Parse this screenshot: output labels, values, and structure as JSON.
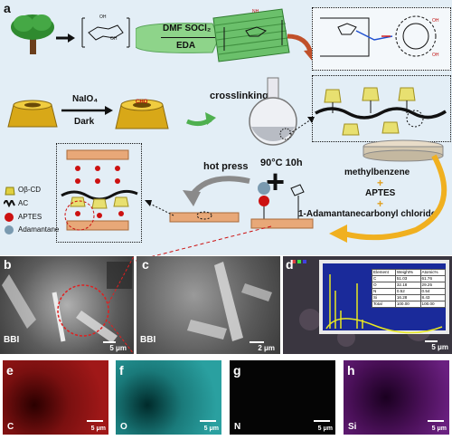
{
  "panel_a": {
    "label": "a",
    "reagents_top": [
      "DMF SOCl₂",
      "EDA"
    ],
    "oxidation": [
      "NaIO₄",
      "Dark"
    ],
    "crosslinking": "crosslinking",
    "conditions": "90°C 10h",
    "hot_press": "hot press",
    "reagents_right": [
      "methylbenzene",
      "APTES",
      "1-Adamantanecarbonyl chloride"
    ],
    "plus_signs": [
      "+",
      "+"
    ],
    "legend": [
      {
        "label": "Oβ-CD",
        "color": "#e0d040",
        "icon": "cyclodextrin-icon"
      },
      {
        "label": "AC",
        "color": "#222222",
        "icon": "wave-icon"
      },
      {
        "label": "APTES",
        "color": "#cc1111",
        "icon": "red-sphere-icon"
      },
      {
        "label": "Adamantane",
        "color": "#7a9ab0",
        "icon": "grey-sphere-icon"
      }
    ],
    "small_tags": [
      "NH",
      "OH",
      "OH",
      "CHO"
    ]
  },
  "panel_b": {
    "label": "b",
    "tag": "BBI",
    "scale": "5 μm"
  },
  "panel_c": {
    "label": "c",
    "tag": "BBI",
    "scale": "2 μm"
  },
  "panel_d": {
    "label": "d",
    "scale": "5 μm",
    "table_header": [
      "Element",
      "Weight%",
      "Atomic%"
    ],
    "table_rows": [
      [
        "C",
        "51.03",
        "61.76"
      ],
      [
        "O",
        "32.18",
        "29.25"
      ],
      [
        "N",
        "0.52",
        "0.54"
      ],
      [
        "Si",
        "16.28",
        "8.43"
      ],
      [
        "Total",
        "100.00",
        "100.00"
      ]
    ]
  },
  "maps": [
    {
      "label": "e",
      "element": "C",
      "scale": "5 μm",
      "color": "#a01818"
    },
    {
      "label": "f",
      "element": "O",
      "scale": "5 μm",
      "color": "#20a0a0"
    },
    {
      "label": "g",
      "element": "N",
      "scale": "5 μm",
      "color": "#606060"
    },
    {
      "label": "h",
      "element": "Si",
      "scale": "5 μm",
      "color": "#9a30a8"
    }
  ]
}
